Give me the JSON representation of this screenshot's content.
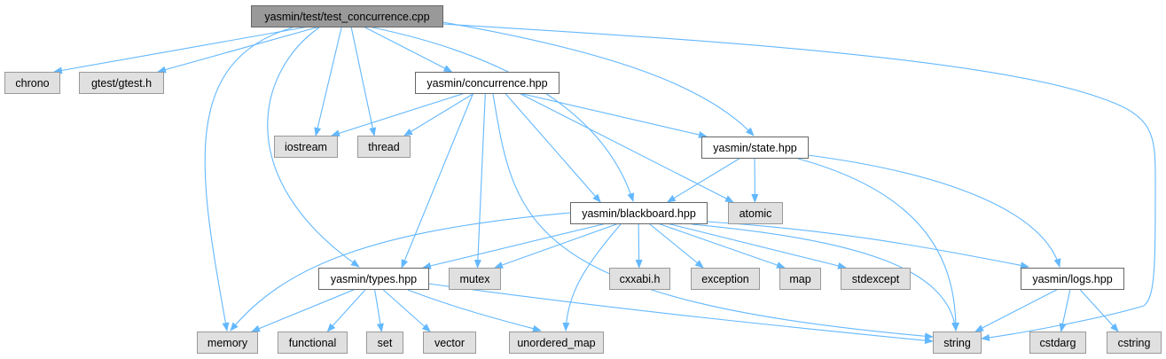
{
  "diagram": {
    "title": "yasmin/test/test_concurrence.cpp",
    "type": "include-dependency-graph",
    "colors": {
      "edge": "#63b8ff",
      "root_fill": "#999999",
      "local_fill": "#ffffff",
      "system_fill": "#e0e0e0"
    },
    "nodes": [
      {
        "id": "root",
        "label": "yasmin/test/test_concurrence.cpp",
        "kind": "root"
      },
      {
        "id": "chrono",
        "label": "chrono",
        "kind": "system"
      },
      {
        "id": "gtest",
        "label": "gtest/gtest.h",
        "kind": "system"
      },
      {
        "id": "concurrence",
        "label": "yasmin/concurrence.hpp",
        "kind": "local"
      },
      {
        "id": "iostream",
        "label": "iostream",
        "kind": "system"
      },
      {
        "id": "thread",
        "label": "thread",
        "kind": "system"
      },
      {
        "id": "state",
        "label": "yasmin/state.hpp",
        "kind": "local"
      },
      {
        "id": "blackboard",
        "label": "yasmin/blackboard.hpp",
        "kind": "local"
      },
      {
        "id": "atomic",
        "label": "atomic",
        "kind": "system"
      },
      {
        "id": "types",
        "label": "yasmin/types.hpp",
        "kind": "local"
      },
      {
        "id": "mutex",
        "label": "mutex",
        "kind": "system"
      },
      {
        "id": "cxxabi",
        "label": "cxxabi.h",
        "kind": "system"
      },
      {
        "id": "exception",
        "label": "exception",
        "kind": "system"
      },
      {
        "id": "map",
        "label": "map",
        "kind": "system"
      },
      {
        "id": "stdexcept",
        "label": "stdexcept",
        "kind": "system"
      },
      {
        "id": "logs",
        "label": "yasmin/logs.hpp",
        "kind": "local"
      },
      {
        "id": "memory",
        "label": "memory",
        "kind": "system"
      },
      {
        "id": "functional",
        "label": "functional",
        "kind": "system"
      },
      {
        "id": "set",
        "label": "set",
        "kind": "system"
      },
      {
        "id": "vector",
        "label": "vector",
        "kind": "system"
      },
      {
        "id": "unordered_map",
        "label": "unordered_map",
        "kind": "system"
      },
      {
        "id": "string",
        "label": "string",
        "kind": "system"
      },
      {
        "id": "cstdarg",
        "label": "cstdarg",
        "kind": "system"
      },
      {
        "id": "cstring",
        "label": "cstring",
        "kind": "system"
      }
    ],
    "edges": [
      [
        "root",
        "chrono"
      ],
      [
        "root",
        "gtest"
      ],
      [
        "root",
        "concurrence"
      ],
      [
        "root",
        "iostream"
      ],
      [
        "root",
        "thread"
      ],
      [
        "root",
        "state"
      ],
      [
        "root",
        "blackboard"
      ],
      [
        "root",
        "types"
      ],
      [
        "root",
        "memory"
      ],
      [
        "root",
        "string"
      ],
      [
        "concurrence",
        "iostream"
      ],
      [
        "concurrence",
        "thread"
      ],
      [
        "concurrence",
        "state"
      ],
      [
        "concurrence",
        "blackboard"
      ],
      [
        "concurrence",
        "atomic"
      ],
      [
        "concurrence",
        "types"
      ],
      [
        "concurrence",
        "mutex"
      ],
      [
        "concurrence",
        "string"
      ],
      [
        "state",
        "blackboard"
      ],
      [
        "state",
        "atomic"
      ],
      [
        "state",
        "logs"
      ],
      [
        "state",
        "string"
      ],
      [
        "blackboard",
        "types"
      ],
      [
        "blackboard",
        "mutex"
      ],
      [
        "blackboard",
        "cxxabi"
      ],
      [
        "blackboard",
        "exception"
      ],
      [
        "blackboard",
        "map"
      ],
      [
        "blackboard",
        "stdexcept"
      ],
      [
        "blackboard",
        "logs"
      ],
      [
        "blackboard",
        "memory"
      ],
      [
        "blackboard",
        "unordered_map"
      ],
      [
        "blackboard",
        "string"
      ],
      [
        "types",
        "memory"
      ],
      [
        "types",
        "functional"
      ],
      [
        "types",
        "set"
      ],
      [
        "types",
        "vector"
      ],
      [
        "types",
        "unordered_map"
      ],
      [
        "types",
        "string"
      ],
      [
        "logs",
        "string"
      ],
      [
        "logs",
        "cstdarg"
      ],
      [
        "logs",
        "cstring"
      ]
    ]
  }
}
